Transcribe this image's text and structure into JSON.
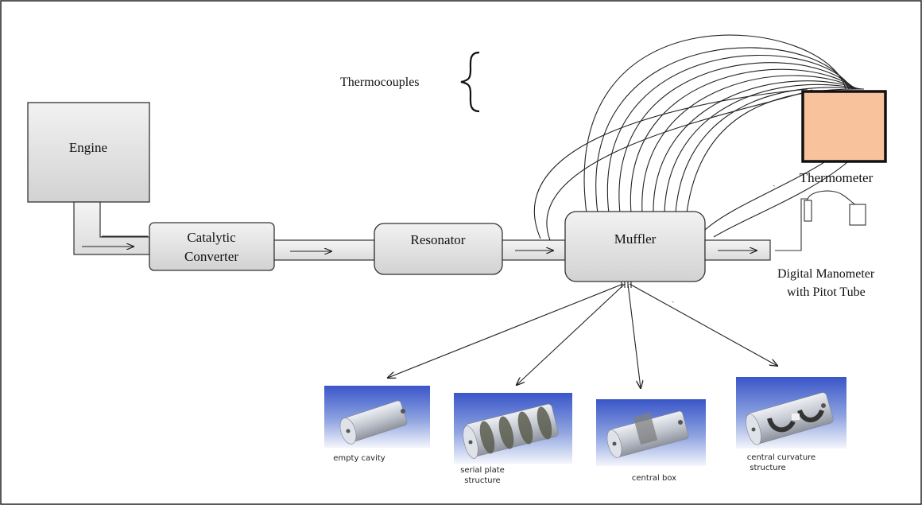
{
  "diagram": {
    "components": {
      "engine": "Engine",
      "catalytic_line1": "Catalytic",
      "catalytic_line2": "Converter",
      "resonator": "Resonator",
      "muffler": "Muffler",
      "thermometer": "Thermometer",
      "thermocouples": "Thermocouples",
      "manometer_line1": "Digital Manometer",
      "manometer_line2": "with Pitot Tube"
    },
    "muffler_variants": [
      {
        "caption_lines": [
          "empty cavity"
        ]
      },
      {
        "caption_lines": [
          "serial plate",
          "structure"
        ]
      },
      {
        "caption_lines": [
          "central box"
        ]
      },
      {
        "caption_lines": [
          "central curvature",
          "structure"
        ]
      }
    ],
    "colors": {
      "box_fill": "#e3e3e3",
      "thermometer_fill": "#f8c29c",
      "render_bg": "#3d5fd0",
      "cylinder": "#c9cdd6"
    }
  }
}
